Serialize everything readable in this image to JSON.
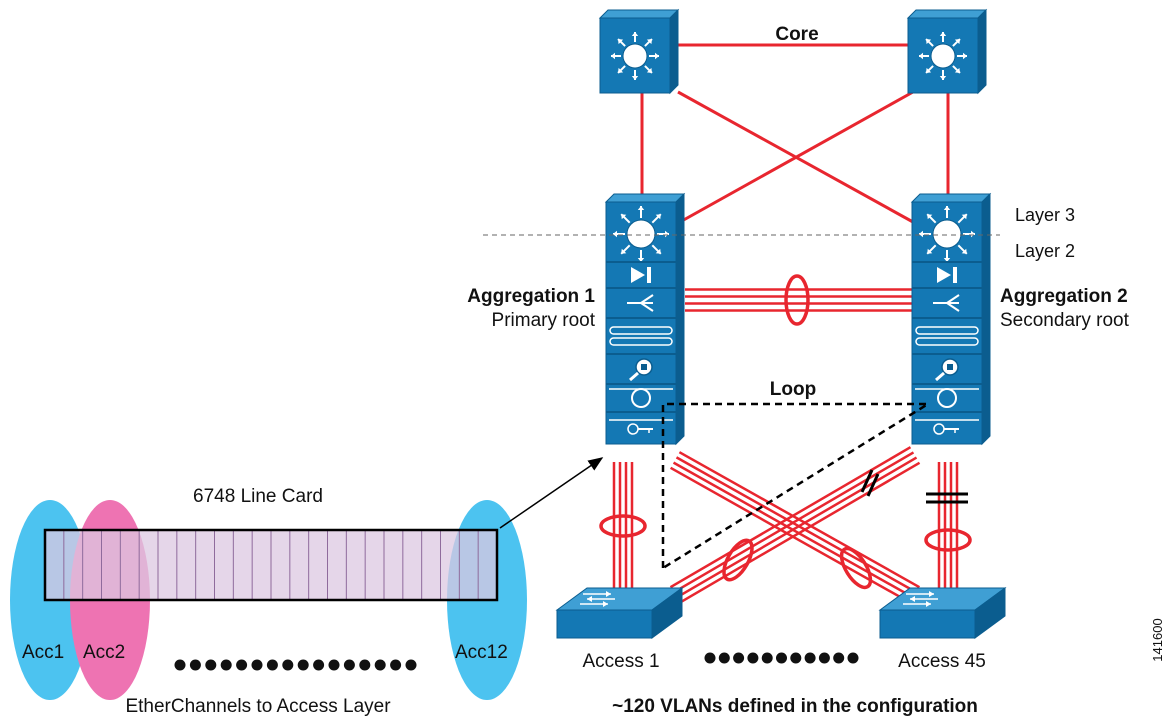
{
  "labels": {
    "core": "Core",
    "layer3": "Layer 3",
    "layer2": "Layer 2",
    "agg1_name": "Aggregation 1",
    "agg1_role": "Primary root",
    "agg2_name": "Aggregation 2",
    "agg2_role": "Secondary root",
    "loop": "Loop",
    "line_card": "6748 Line Card",
    "acc1": "Acc1",
    "acc2": "Acc2",
    "acc12": "Acc12",
    "etherchannels": "EtherChannels to Access Layer",
    "access1": "Access 1",
    "access45": "Access 45",
    "vlans": "~120 VLANs defined in the configuration",
    "figure_id": "141600"
  },
  "colors": {
    "link_red": "#e8262f",
    "switch_blue": "#1478b4",
    "switch_dark": "#0b5d8f",
    "switch_light": "#3f9fd4",
    "acc1_oval": "#4cc3f0",
    "acc2_oval": "#ee73b2",
    "acc12_oval": "#4cc3f0",
    "card_fill": "#dcc8e2"
  },
  "icons": {
    "core_switch": "layer3-switch-icon",
    "agg_module_1": "layer3-switch-icon",
    "agg_module_2": "firewall-play-icon",
    "agg_module_3": "load-balancer-icon",
    "agg_module_4": "ssl-offload-icon",
    "agg_module_5": "ids-magnifier-icon",
    "agg_module_6": "network-analysis-icon",
    "agg_module_7": "key-security-icon",
    "access_switch": "workgroup-switch-icon"
  },
  "line_card": {
    "ports": 24,
    "dots_count": 16
  },
  "access_dots_count": 11
}
